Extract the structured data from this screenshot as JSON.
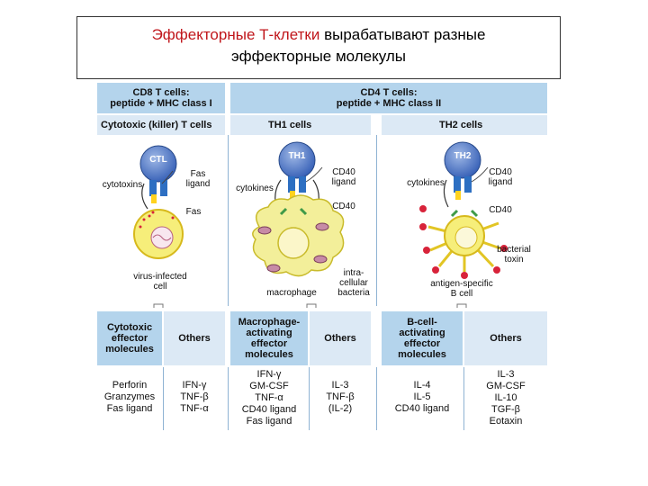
{
  "title": {
    "red_part": "Эффекторные Т-клетки",
    "rest_part": "вырабатывают разные",
    "line2": "эффекторные молекулы"
  },
  "headers": {
    "cd8": "CD8 T cells:\npeptide + MHC class I",
    "cd4": "CD4 T cells:\npeptide + MHC class II"
  },
  "subheaders": {
    "ctl": "Cytotoxic (killer) T cells",
    "th1": "TH1 cells",
    "th2": "TH2 cells"
  },
  "panel_ctl": {
    "cell_label": "CTL",
    "cytotoxins": "cytotoxins",
    "fas_ligand": "Fas\nligand",
    "fas": "Fas",
    "target": "virus-infected\ncell"
  },
  "panel_th1": {
    "cell_label": "TH1",
    "cytokines": "cytokines",
    "cd40_ligand": "CD40\nligand",
    "cd40": "CD40",
    "intracellular": "intra-\ncellular\nbacteria",
    "target": "macrophage"
  },
  "panel_th2": {
    "cell_label": "TH2",
    "cytokines": "cytokines",
    "cd40_ligand": "CD40\nligand",
    "cd40": "CD40",
    "toxin": "bacterial\ntoxin",
    "target": "antigen-specific\nB cell"
  },
  "table": {
    "cd8_head": "Cytotoxic\neffector\nmolecules",
    "cd8_others": "Others",
    "th1_head": "Macrophage-\nactivating\neffector\nmolecules",
    "th1_others": "Others",
    "th2_head": "B-cell-\nactivating\neffector\nmolecules",
    "th2_others": "Others",
    "cd8_values": "Perforin\nGranzymes\nFas ligand",
    "cd8_other_values": "IFN-γ\nTNF-β\nTNF-α",
    "th1_values": "IFN-γ\nGM-CSF\nTNF-α\nCD40 ligand\nFas ligand",
    "th1_other_values": "IL-3\nTNF-β\n(IL-2)",
    "th2_values": "IL-4\nIL-5\nCD40 ligand",
    "th2_other_values": "IL-3\nGM-CSF\nIL-10\nTGF-β\nEotaxin"
  },
  "colors": {
    "title_red": "#c0161b",
    "header_blue": "#b4d4ec",
    "subheader_blue": "#dce9f5",
    "t_cell": "#3a63b8",
    "target_yellow": "#f6ee7a",
    "macrophage": "#f3ef9a",
    "toxin_red": "#d8233a",
    "receptor_green": "#3f9a48"
  }
}
